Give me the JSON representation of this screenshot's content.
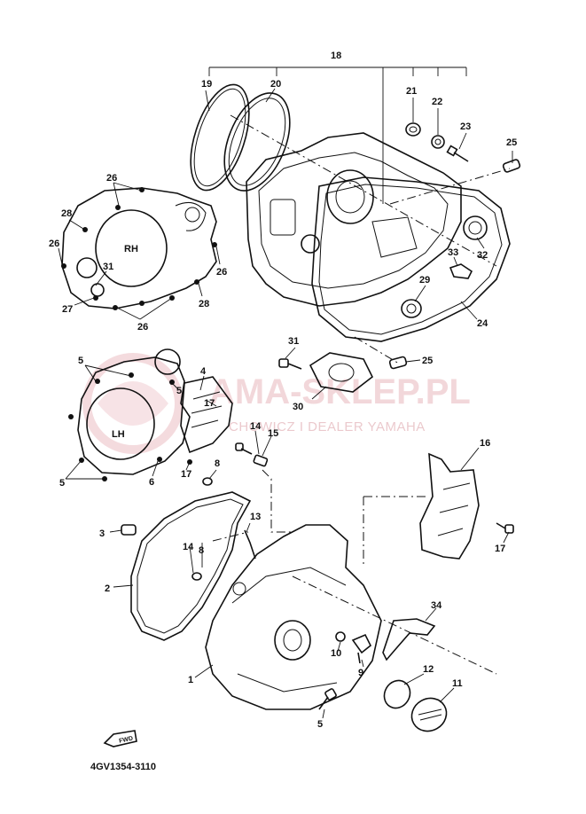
{
  "watermark": {
    "brand": "AMA-SKLEP.PL",
    "dealer": "CHOWICZ I DEALER YAMAHA"
  },
  "diagram": {
    "code": "4GV1354-3110",
    "fwd_label": "FWD",
    "rh_label": "RH",
    "lh_label": "LH",
    "callouts": {
      "c1": "1",
      "c2": "2",
      "c3": "3",
      "c4": "4",
      "c5a": "5",
      "c5b": "5",
      "c5c": "5",
      "c5d": "5",
      "c6": "6",
      "c8a": "8",
      "c8b": "8",
      "c9": "9",
      "c10": "10",
      "c11": "11",
      "c12": "12",
      "c13": "13",
      "c14a": "14",
      "c14b": "14",
      "c15": "15",
      "c16": "16",
      "c17a": "17",
      "c17b": "17",
      "c17c": "17",
      "c18": "18",
      "c19": "19",
      "c20": "20",
      "c21": "21",
      "c22": "22",
      "c23": "23",
      "c24": "24",
      "c25a": "25",
      "c25b": "25",
      "c26a": "26",
      "c26b": "26",
      "c26c": "26",
      "c26d": "26",
      "c27": "27",
      "c28a": "28",
      "c28b": "28",
      "c29": "29",
      "c30": "30",
      "c31a": "31",
      "c31b": "31",
      "c32": "32",
      "c33": "33",
      "c34": "34"
    }
  }
}
